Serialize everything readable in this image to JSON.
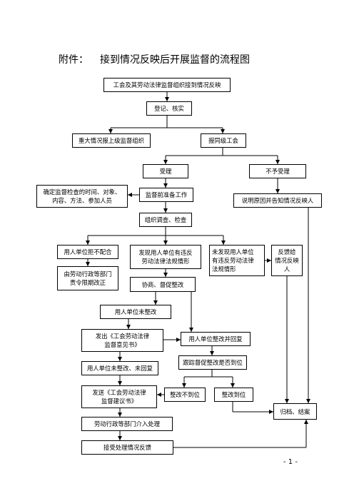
{
  "heading": {
    "prefix": "附件：",
    "title": "接到情况反映后开展监督的流程图"
  },
  "nodes": {
    "n1": "工会及其劳动法律监督组织接到情况反映",
    "n2": "登记、核实",
    "n3": "重大情况报上级监督组织",
    "n4": "报同级工会",
    "n5": "受理",
    "n6": "不予受理",
    "n7": "确定监督检查的时间、对象、\n内容、方法、参加人员",
    "n8": "监督前准备工作",
    "n9": "说明原因并告知情况反映人",
    "n10": "组织调查、检查",
    "n11": "用人单位拒不配合",
    "n12": "发现用人单位有违反\n劳动法律法规情形",
    "n13": "未发现用人单位\n有违反劳动法律\n法规情形",
    "n14": "反馈给\n情况反映\n人",
    "n15": "由劳动行政等部门\n责令限期改正",
    "n16": "协商、督促整改",
    "n17": "用人单位未整改",
    "n18": "发出《工会劳动法律\n监督意见书》",
    "n19": "用人单位整改并回复",
    "n20": "跟踪督促整改是否到位",
    "n21": "用人单位未整改、未回复",
    "n22": "发送《工会劳动法律\n监督建议书》",
    "n23": "整改不到位",
    "n24": "整改到位",
    "n25": "归档、结案",
    "n26": "劳动行政等部门介入处理",
    "n27": "接受处理情况反馈"
  },
  "page_number": "- 1 -"
}
